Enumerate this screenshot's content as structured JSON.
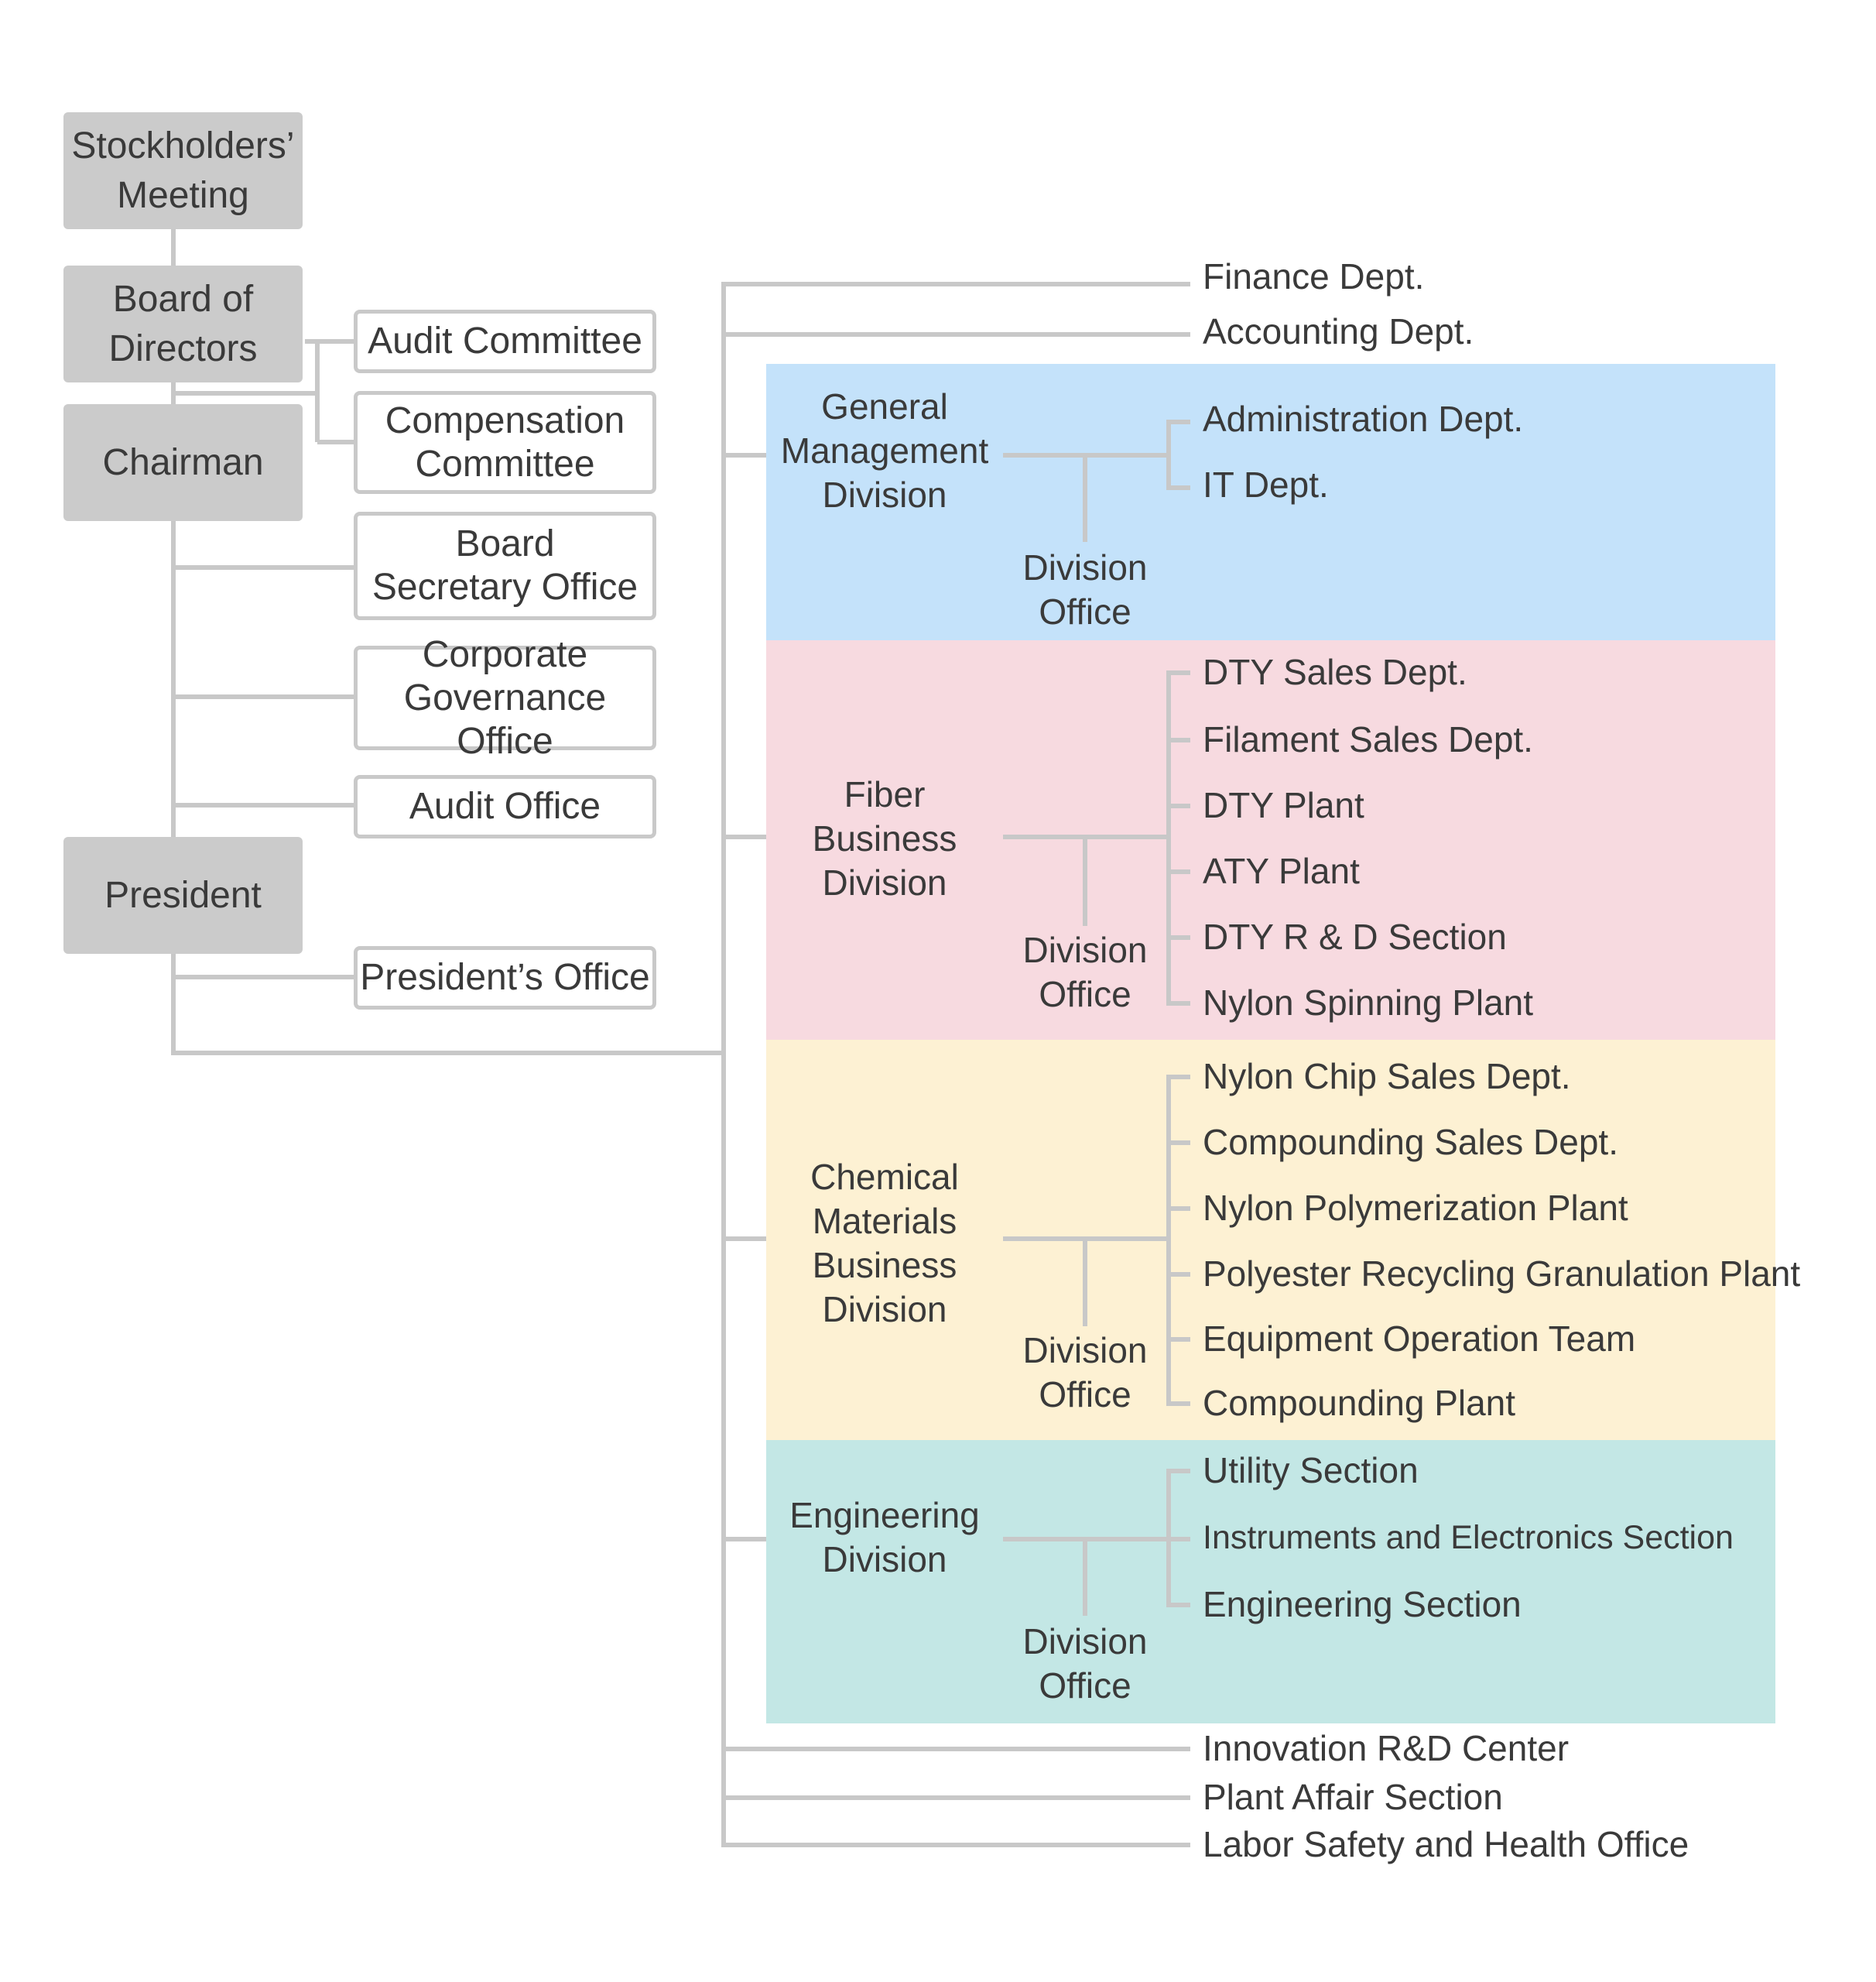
{
  "colors": {
    "line": "#c8c8c8",
    "gray_box": "#cbcbcb",
    "band_general": "#c4e2fa",
    "band_fiber": "#f7dae0",
    "band_chemical": "#fdf1d3",
    "band_engineering": "#c3e7e5"
  },
  "left_column": {
    "stockholders": "Stockholders’\nMeeting",
    "board": "Board of\nDirectors",
    "chairman": "Chairman",
    "president": "President"
  },
  "committees": {
    "audit_committee": "Audit Committee",
    "compensation_committee": "Compensation\nCommittee",
    "board_secretary": "Board\nSecretary Office",
    "corporate_governance": "Corporate\nGovernance Office",
    "audit_office": "Audit Office",
    "presidents_office": "President’s Office"
  },
  "top_depts": [
    "Finance Dept.",
    "Accounting Dept."
  ],
  "divisions": [
    {
      "name": "General\nManagement\nDivision",
      "office": "Division\nOffice",
      "depts": [
        "Administration Dept.",
        "IT Dept."
      ]
    },
    {
      "name": "Fiber\nBusiness\nDivision",
      "office": "Division\nOffice",
      "depts": [
        "DTY Sales Dept.",
        "Filament Sales Dept.",
        "DTY Plant",
        "ATY Plant",
        "DTY R & D Section",
        "Nylon Spinning Plant"
      ]
    },
    {
      "name": "Chemical\nMaterials\nBusiness\nDivision",
      "office": "Division\nOffice",
      "depts": [
        "Nylon Chip Sales Dept.",
        "Compounding Sales Dept.",
        "Nylon Polymerization Plant",
        "Polyester Recycling Granulation Plant",
        "Equipment Operation Team",
        "Compounding Plant"
      ]
    },
    {
      "name": "Engineering\nDivision",
      "office": "Division\nOffice",
      "depts": [
        "Utility Section",
        "Instruments and Electronics Section",
        "Engineering Section"
      ]
    }
  ],
  "bottom_depts": [
    "Innovation R&D Center",
    "Plant Affair Section",
    "Labor Safety and Health Office"
  ]
}
